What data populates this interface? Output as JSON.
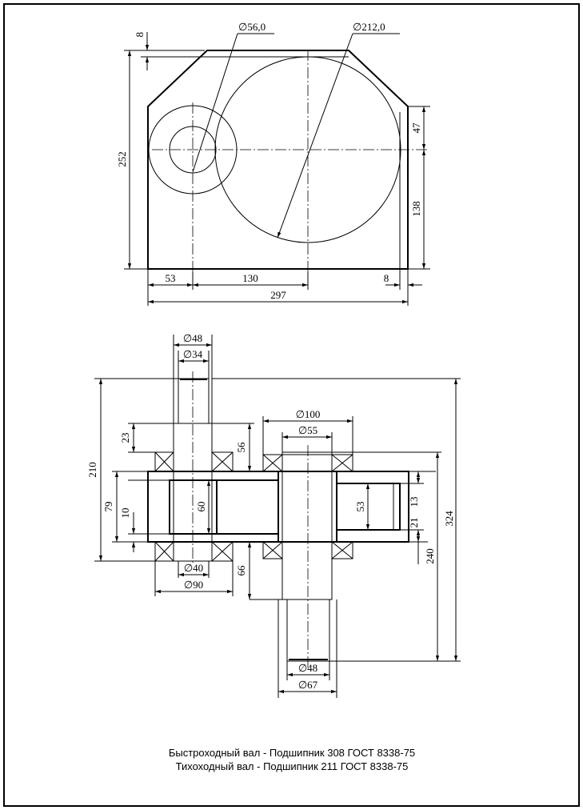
{
  "top_view": {
    "dim_8_top": "8",
    "dia_small": "∅56,0",
    "dia_large": "∅212,0",
    "dim_252": "252",
    "dim_47": "47",
    "dim_138": "138",
    "dim_53": "53",
    "dim_130": "130",
    "dim_8_bottom": "8",
    "dim_297": "297"
  },
  "shaft_view": {
    "dia_48_top": "∅48",
    "dia_34": "∅34",
    "dia_100": "∅100",
    "dia_55": "∅55",
    "dim_23": "23",
    "dim_56": "56",
    "dim_210": "210",
    "dim_79": "79",
    "dim_10": "10",
    "dim_60": "60",
    "dim_53": "53",
    "dim_13": "13",
    "dim_21": "21",
    "dim_324": "324",
    "dim_240": "240",
    "dia_40": "∅40",
    "dia_90": "∅90",
    "dim_66": "66",
    "dia_48_bottom": "∅48",
    "dia_67": "∅67"
  },
  "caption": {
    "line1": "Быстроходный вал - Подшипник 308 ГОСТ 8338-75",
    "line2": "Тихоходный вал - Подшипник 211 ГОСТ 8338-75"
  }
}
